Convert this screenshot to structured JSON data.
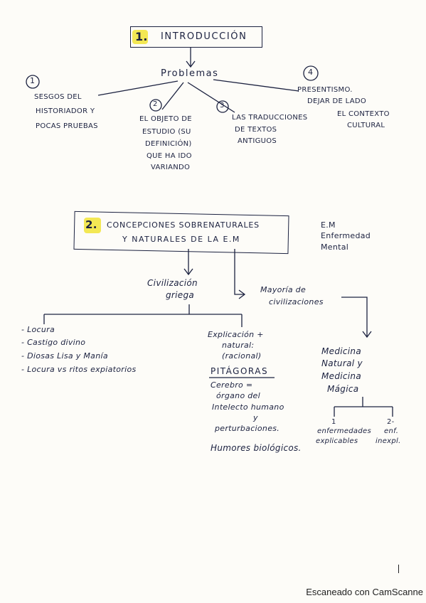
{
  "intro": {
    "number": "1.",
    "title": "INTRODUCCIÓN",
    "problems_label": "Problemas",
    "items": [
      {
        "num": "1",
        "lines": [
          "SESGOS DEL",
          "HISTORIADOR Y",
          "POCAS PRUEBAS"
        ]
      },
      {
        "num": "2",
        "lines": [
          "EL OBJETO DE",
          "ESTUDIO (SU",
          "DEFINICIÓN)",
          "QUE HA IDO",
          "VARIANDO"
        ]
      },
      {
        "num": "3",
        "lines": [
          "LAS TRADUCCIONES",
          "DE TEXTOS",
          "ANTIGUOS"
        ]
      },
      {
        "num": "4",
        "lines": [
          "PRESENTISMO.",
          "DEJAR DE LADO",
          "EL CONTEXTO",
          "CULTURAL"
        ]
      }
    ]
  },
  "section2": {
    "number": "2.",
    "title_line1": "CONCEPCIONES SOBRENATURALES",
    "title_line2": "Y NATURALES DE LA E.M",
    "abbr_note": [
      "E.M",
      "Enfermedad",
      "Mental"
    ],
    "greek": [
      "Civilización",
      "griega"
    ],
    "majority": [
      "Mayoría de",
      "civilizaciones"
    ],
    "greek_left": [
      "- Locura",
      "- Castigo divino",
      "- Diosas Lisa y Manía",
      "- Locura vs ritos expiatorios"
    ],
    "greek_right": [
      "Explicación +",
      "natural:",
      "(racional)"
    ],
    "pitagoras": "PITÁGORAS",
    "pitagoras_lines": [
      "Cerebro =",
      "órgano del",
      "Intelecto humano",
      "y",
      "perturbaciones."
    ],
    "humores": "Humores biológicos.",
    "medicine": [
      "Medicina",
      "Natural y",
      "Medicina",
      "Mágica"
    ],
    "med_left": [
      "1",
      "enfermedades",
      "explicables"
    ],
    "med_right": [
      "2-",
      "enf.",
      "inexpl."
    ]
  },
  "footer": "Escaneado con CamScanne"
}
